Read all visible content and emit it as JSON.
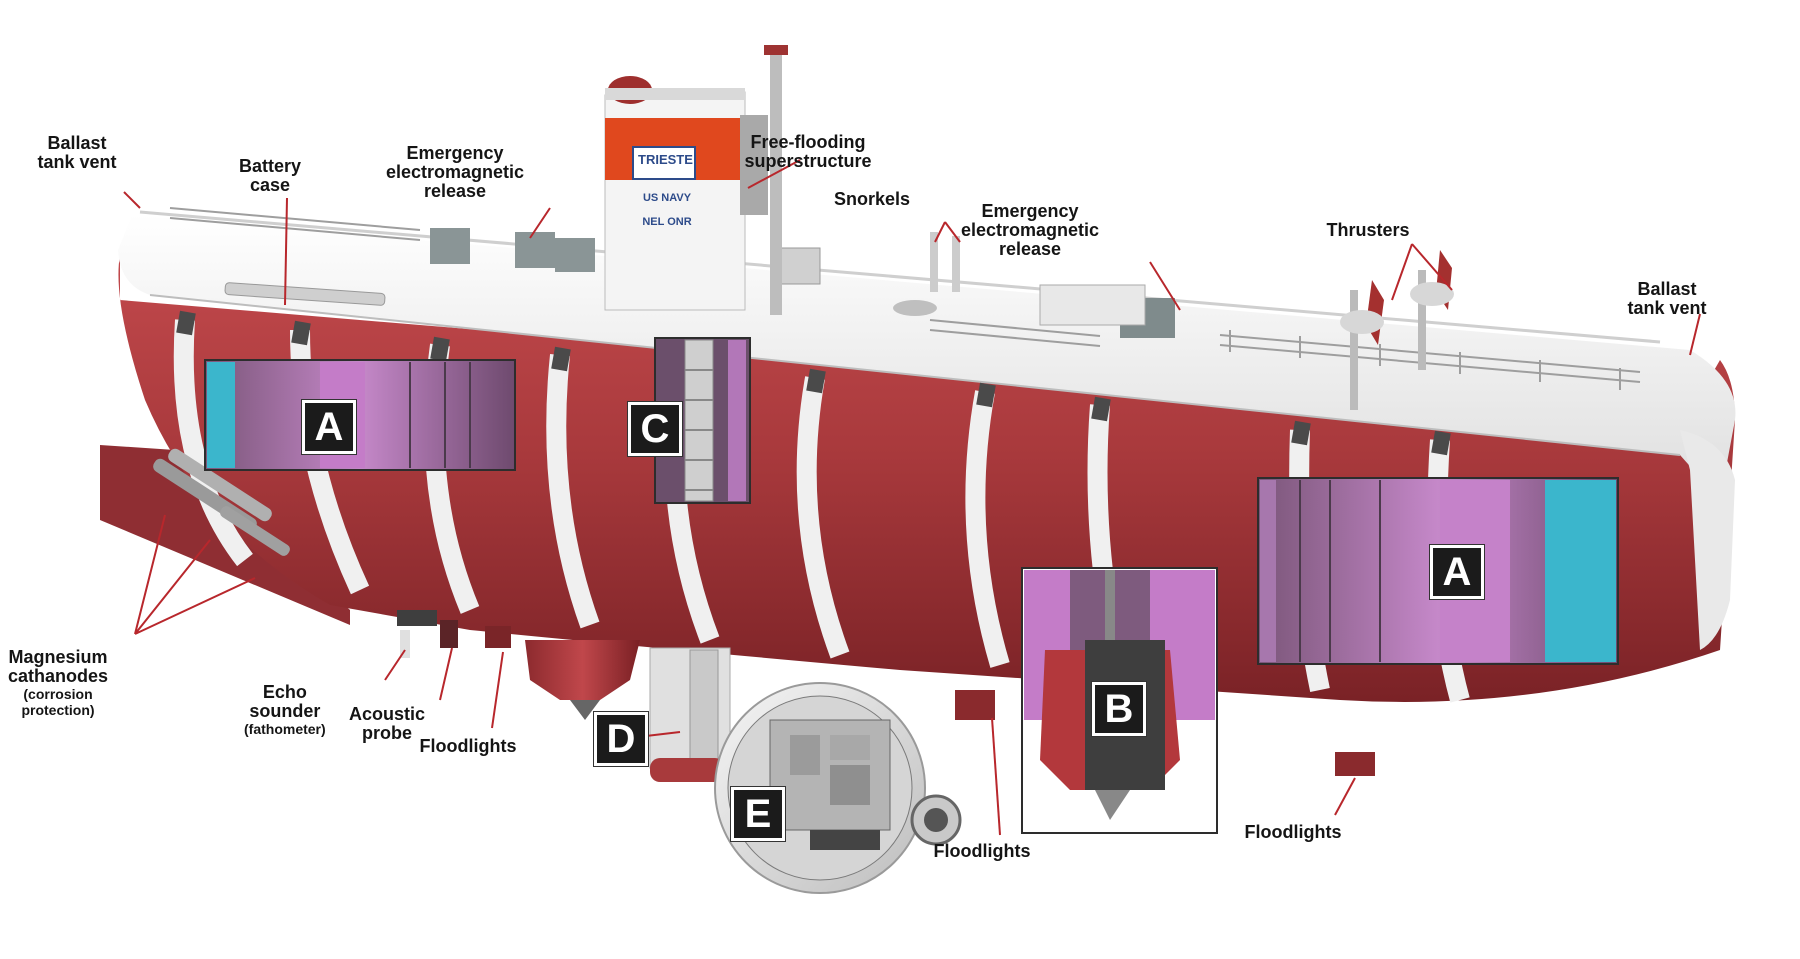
{
  "labels": {
    "ballast_left": [
      "Ballast",
      "tank vent"
    ],
    "battery_case": [
      "Battery",
      "case"
    ],
    "emergency_release_1": [
      "Emergency",
      "electromagnetic",
      "release"
    ],
    "free_flooding": [
      "Free-flooding",
      "superstructure"
    ],
    "snorkels": "Snorkels",
    "emergency_release_2": [
      "Emergency",
      "electromagnetic",
      "release"
    ],
    "thrusters": "Thrusters",
    "ballast_right": [
      "Ballast",
      "tank vent"
    ],
    "magnesium": [
      "Magnesium",
      "cathanodes"
    ],
    "magnesium_sub": [
      "(corrosion",
      "protection)"
    ],
    "echo": [
      "Echo",
      "sounder"
    ],
    "echo_sub": "(fathometer)",
    "acoustic": [
      "Acoustic",
      "probe"
    ],
    "floodlights_1": "Floodlights",
    "floodlights_2": "Floodlights",
    "floodlights_3": "Floodlights"
  },
  "tags": {
    "a1": "A",
    "a2": "A",
    "b": "B",
    "c": "C",
    "d": "D",
    "e": "E"
  },
  "tower": {
    "name": "TRIESTE",
    "line1": "US NAVY",
    "line2": "NEL ONR"
  },
  "colors": {
    "hull": "#a8393c",
    "hull_dark": "#7c2227",
    "deck": "#f2f2f2",
    "tower_orange": "#e0481e",
    "purple": "#b277b8",
    "cyan": "#3bb6cc",
    "label_text": "#151515"
  }
}
